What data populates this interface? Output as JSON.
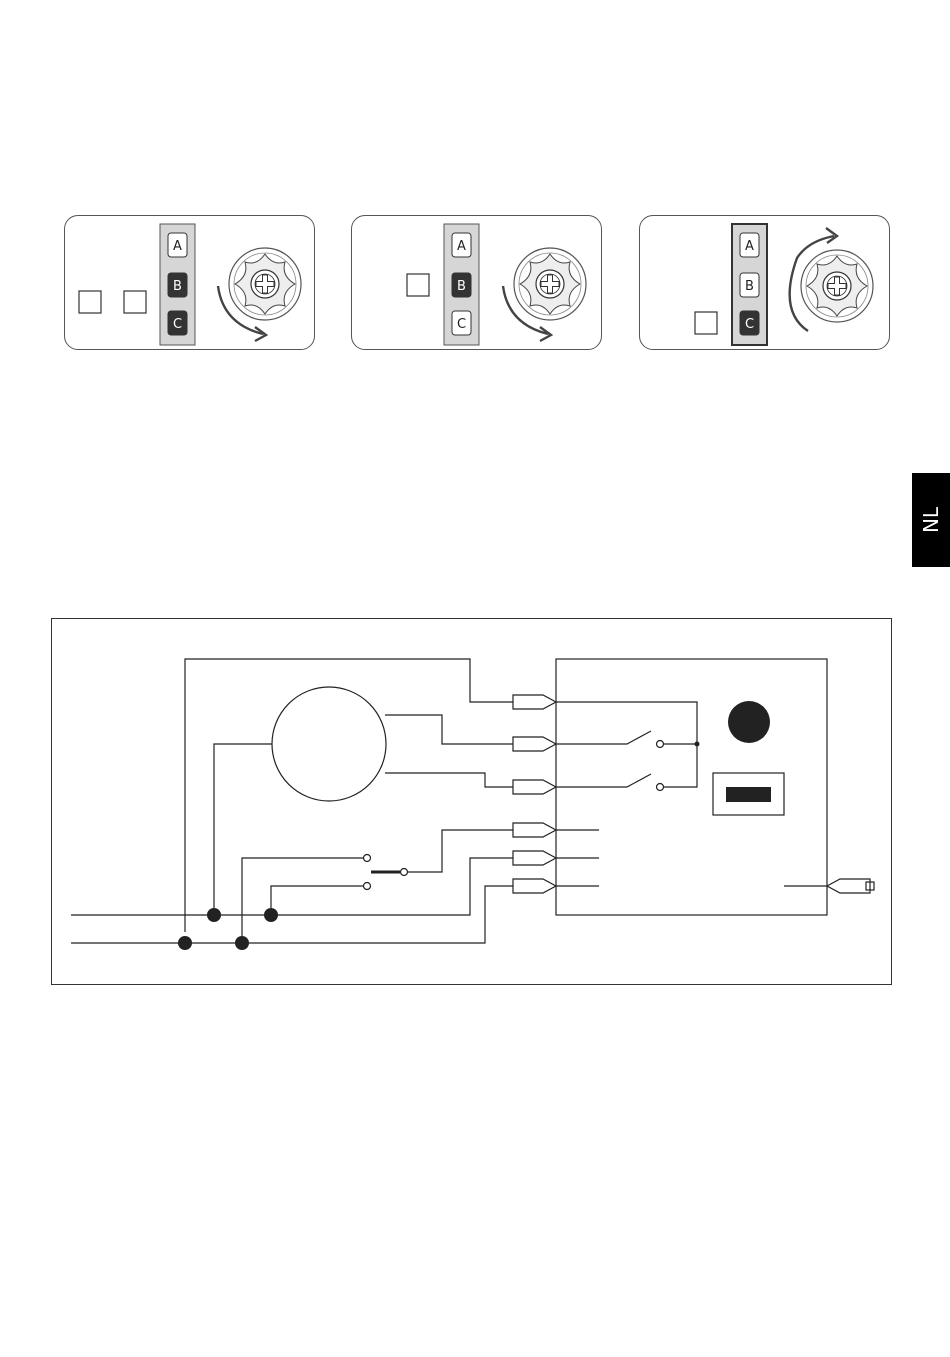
{
  "panels": [
    {
      "slots": [
        {
          "label": "A",
          "filled": false
        },
        {
          "label": "B",
          "filled": true
        },
        {
          "label": "C",
          "filled": true
        }
      ],
      "arrow": "clockwise-down"
    },
    {
      "slots": [
        {
          "label": "A",
          "filled": false
        },
        {
          "label": "B",
          "filled": true
        },
        {
          "label": "C",
          "filled": false
        }
      ],
      "arrow": "clockwise-down"
    },
    {
      "slots": [
        {
          "label": "A",
          "filled": false
        },
        {
          "label": "B",
          "filled": false
        },
        {
          "label": "C",
          "filled": true
        }
      ],
      "arrow": "counterclockwise-up"
    }
  ],
  "language_tab": {
    "label": "NL"
  },
  "colors": {
    "filled_slot": "#333333",
    "selector_bg": "#d6d6d6",
    "line": "#222222"
  }
}
